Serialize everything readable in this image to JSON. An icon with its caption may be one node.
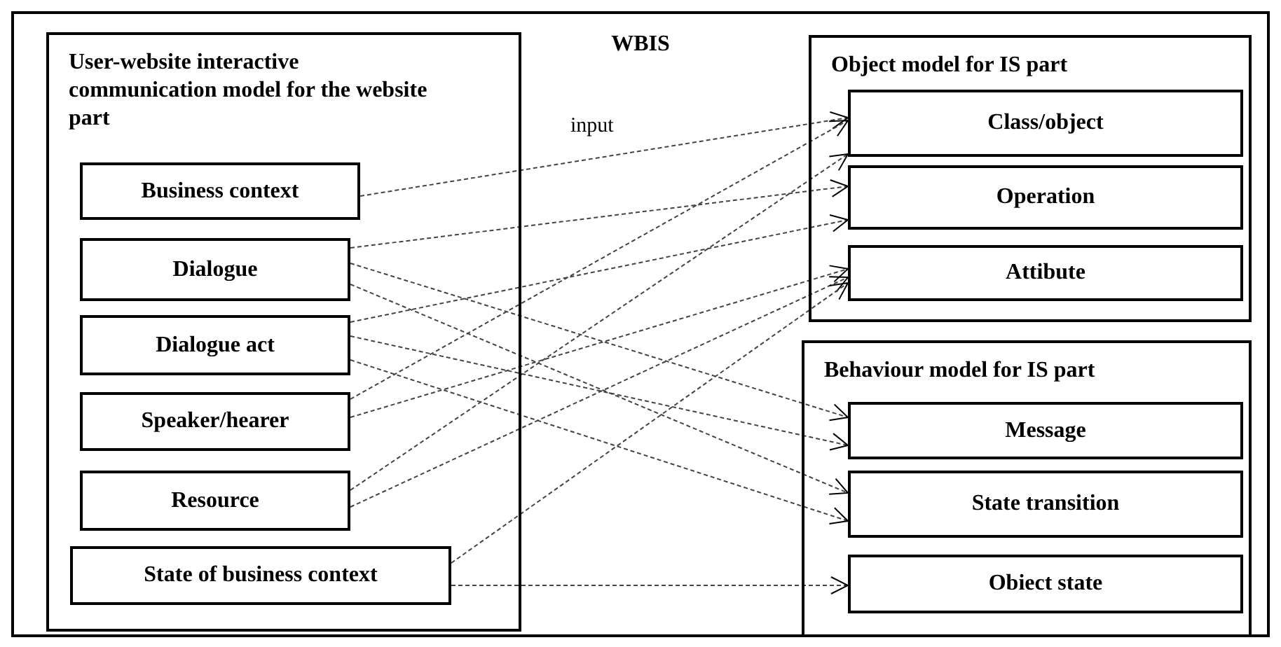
{
  "diagram": {
    "nodes": [
      {
        "text": [
          "WBIS"
        ]
      },
      {
        "text": [
          "User-website interactive communication model for the website part"
        ],
        "in": 0
      },
      {
        "text": [
          "Business context"
        ],
        "in": 1
      },
      {
        "text": [
          "Dialogue"
        ],
        "in": 1
      },
      {
        "text": [
          "Dialogue act"
        ],
        "in": 1
      },
      {
        "text": [
          "Speaker/hearer"
        ],
        "in": 1
      },
      {
        "text": [
          "Resource"
        ],
        "in": 1
      },
      {
        "text": [
          "State of business context"
        ],
        "in": 1
      },
      {
        "text": [
          "Object model for IS part"
        ],
        "in": 0
      },
      {
        "text": [
          "Class/object"
        ],
        "in": 8
      },
      {
        "text": [
          "Operation"
        ],
        "in": 8
      },
      {
        "text": [
          "Attibute"
        ],
        "in": 8
      },
      {
        "text": [
          "Behaviour model for IS part"
        ],
        "in": 0
      },
      {
        "text": [
          "Message"
        ],
        "in": 12
      },
      {
        "text": [
          "State transition"
        ],
        "in": 12
      },
      {
        "text": [
          "Obiect state"
        ],
        "in": 12
      }
    ],
    "edges": [
      {
        "from": 2,
        "to": 9,
        "arrow": "to",
        "label": "input"
      },
      {
        "from": 3,
        "to": 10,
        "arrow": "to"
      },
      {
        "from": 3,
        "to": 13,
        "arrow": "to"
      },
      {
        "from": 3,
        "to": 14,
        "arrow": "to"
      },
      {
        "from": 4,
        "to": 10,
        "arrow": "to"
      },
      {
        "from": 4,
        "to": 13,
        "arrow": "to"
      },
      {
        "from": 4,
        "to": 14,
        "arrow": "to"
      },
      {
        "from": 5,
        "to": 9,
        "arrow": "to"
      },
      {
        "from": 5,
        "to": 11,
        "arrow": "to"
      },
      {
        "from": 6,
        "to": 9,
        "arrow": "to"
      },
      {
        "from": 6,
        "to": 11,
        "arrow": "to"
      },
      {
        "from": 7,
        "to": 11,
        "arrow": "to"
      },
      {
        "from": 7,
        "to": 15,
        "arrow": "to"
      }
    ]
  }
}
